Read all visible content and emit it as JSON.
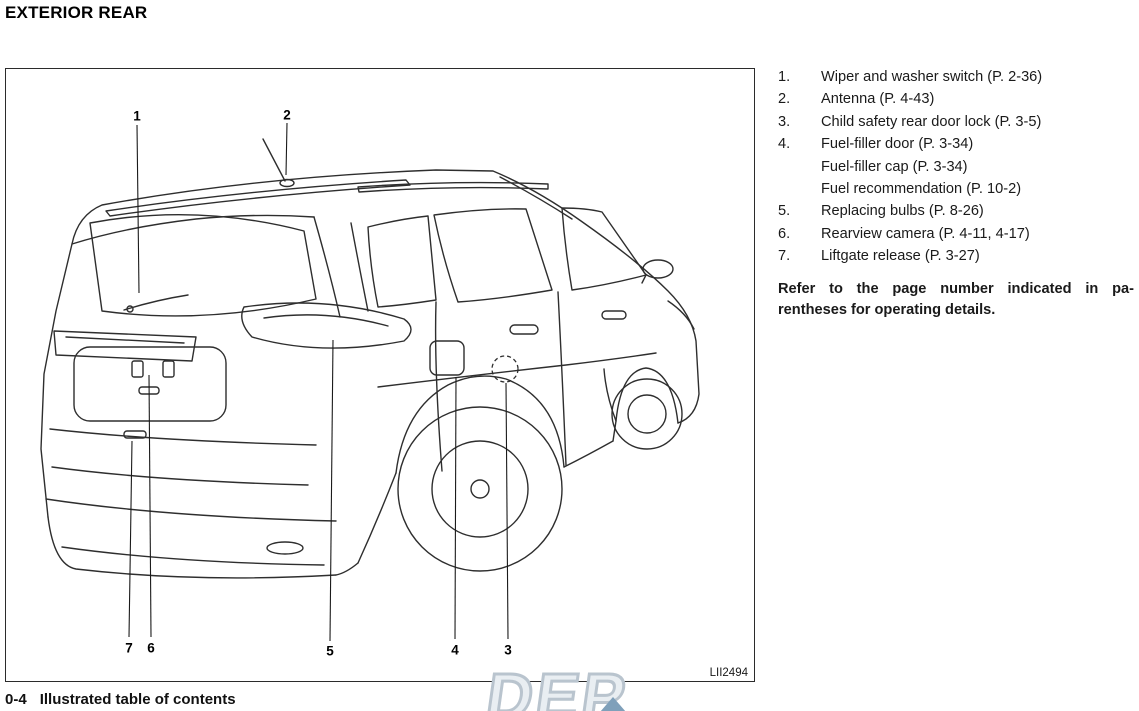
{
  "page": {
    "heading": "EXTERIOR REAR",
    "footer": {
      "page_number": "0-4",
      "section": "Illustrated table of contents"
    },
    "watermark": "DEP"
  },
  "figure": {
    "code": "LII2494",
    "callouts": {
      "c1": "1",
      "c2": "2",
      "c3": "3",
      "c4": "4",
      "c5": "5",
      "c6": "6",
      "c7": "7"
    }
  },
  "parts_list": {
    "items": [
      {
        "num": "1.",
        "text": "Wiper and washer switch (P. 2-36)"
      },
      {
        "num": "2.",
        "text": "Antenna (P. 4-43)"
      },
      {
        "num": "3.",
        "text": "Child safety rear door lock (P. 3-5)"
      },
      {
        "num": "4.",
        "text": "Fuel-filler door (P. 3-34)\nFuel-filler cap (P. 3-34)\nFuel recommendation (P. 10-2)"
      },
      {
        "num": "5.",
        "text": "Replacing bulbs (P. 8-26)"
      },
      {
        "num": "6.",
        "text": "Rearview camera (P. 4-11, 4-17)"
      },
      {
        "num": "7.",
        "text": "Liftgate release (P. 3-27)"
      }
    ],
    "note_line1": "Refer to the page number indicated in pa-",
    "note_line2": "rentheses for operating details."
  }
}
